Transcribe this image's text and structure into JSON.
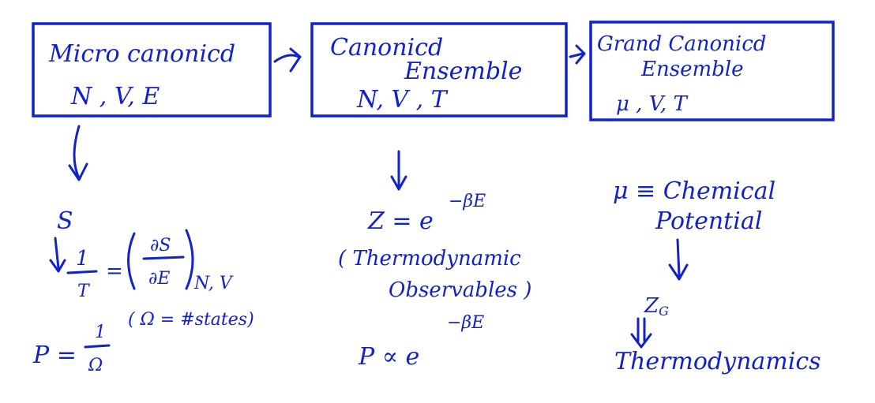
{
  "colors": {
    "ink": "#1122cc",
    "background": "#ffffff"
  },
  "boxes": {
    "microcanonical": {
      "title": "Micro canonicd",
      "vars": "N , V, E"
    },
    "canonical": {
      "title_line1": "Canonicd",
      "title_line2": "Ensemble",
      "vars": "N, V , T"
    },
    "grand": {
      "title_line1": "Grand Canonicd",
      "title_line2": "Ensemble",
      "vars": "μ , V, T"
    }
  },
  "micro_notes": {
    "entropy": "S",
    "inv_temp_num": "1",
    "inv_temp_den": "T",
    "equals": "=",
    "deriv_num": "∂S",
    "deriv_den": "∂E",
    "subscript": "N, V",
    "prob_lhs": "P =",
    "prob_num": "1",
    "prob_den": "Ω",
    "omega_note": "( Ω = #states)"
  },
  "canonical_notes": {
    "partition": "Z = e",
    "partition_exp": "−βE",
    "observables_line1": "( Thermodynamic",
    "observables_line2": "Observables )",
    "prob": "P ∝ e",
    "prob_exp": "−βE"
  },
  "grand_notes": {
    "mu_line1": "μ ≡ Chemical",
    "mu_line2": "Potential",
    "zg": "Z",
    "zg_sub": "G",
    "thermo": "Thermodynamics"
  }
}
